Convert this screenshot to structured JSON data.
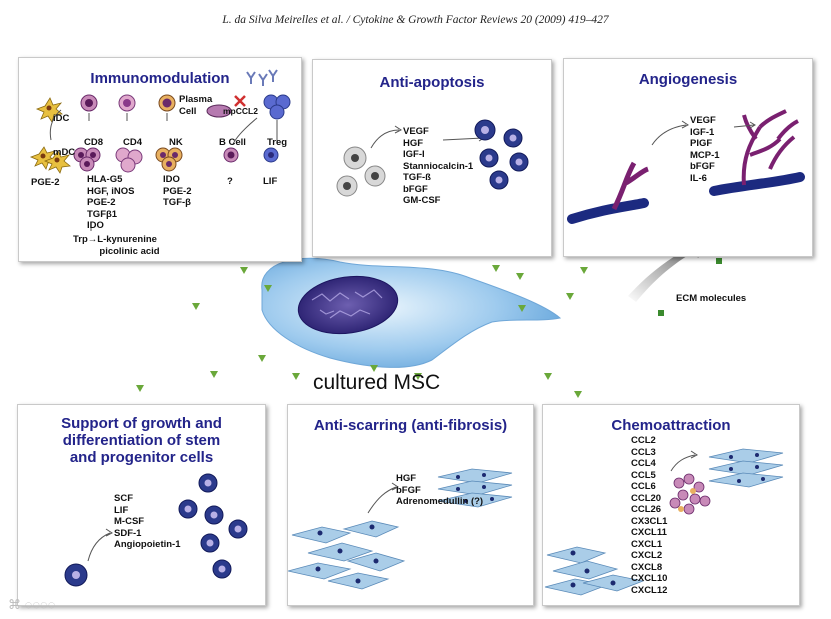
{
  "header": {
    "citation": "L. da Silva Meirelles et al. / Cytokine & Growth Factor Reviews 20 (2009) 419–427"
  },
  "panels": {
    "immunomodulation": {
      "title": "Immunomodulation",
      "labels": {
        "idc": "iDC",
        "mdc": "mDC",
        "pge2": "PGE-2",
        "cd8": "CD8",
        "cd4": "CD4",
        "nk": "NK",
        "bcell": "B Cell",
        "treg": "Treg",
        "plasma": "Plasma\nCell",
        "mpccl2": "mpCCL2",
        "cd8_factors": "HLA-G5\nHGF, iNOS\nPGE-2\nTGFβ1\nIDO",
        "nk_factors": "IDO\nPGE-2\nTGF-β",
        "bcell_factor": "?",
        "treg_factor": "LIF",
        "trp": "Trp→L-kynurenine\n          picolinic acid"
      }
    },
    "anti_apoptosis": {
      "title": "Anti-apoptosis",
      "factors": [
        "VEGF",
        "HGF",
        "IGF-I",
        "Stanniocalcin-1",
        "TGF-ß",
        "bFGF",
        "GM-CSF"
      ]
    },
    "angiogenesis": {
      "title": "Angiogenesis",
      "factors": [
        "VEGF",
        "IGF-1",
        "PIGF",
        "MCP-1",
        "bFGF",
        "IL-6"
      ]
    },
    "support": {
      "title": "Support of growth and\ndifferentiation of stem\nand progenitor cells",
      "factors": [
        "SCF",
        "LIF",
        "M-CSF",
        "SDF-1",
        "Angiopoietin-1"
      ]
    },
    "anti_scarring": {
      "title": "Anti-scarring (anti-fibrosis)",
      "factors": [
        "HGF",
        "bFGF",
        "Adrenomedullin (?)"
      ]
    },
    "chemoattraction": {
      "title": "Chemoattraction",
      "factors": [
        "CCL2",
        "CCL3",
        "CCL4",
        "CCL5",
        "CCL6",
        "CCL20",
        "CCL26",
        "CX3CL1",
        "CXCL11",
        "CXCL1",
        "CXCL2",
        "CXCL8",
        "CXCL10",
        "CXCL12"
      ]
    }
  },
  "center": {
    "msc_label": "cultured MSC",
    "ecm_label": "ECM molecules"
  },
  "colors": {
    "title": "#23248a",
    "triangle": "#6aa83a",
    "square": "#3b8a2e",
    "cell_blue": "#2b3a8c"
  }
}
